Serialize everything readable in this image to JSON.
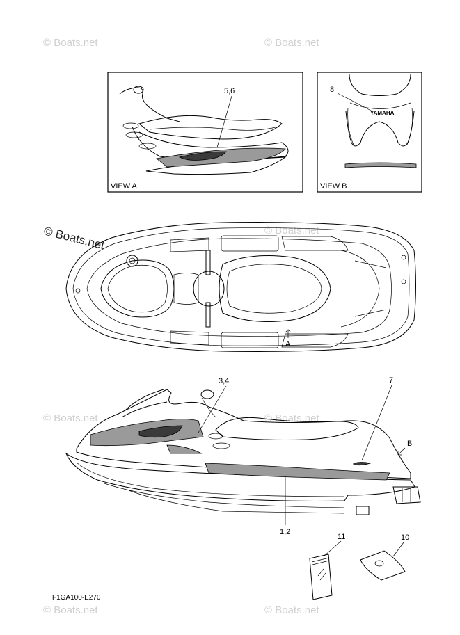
{
  "watermark": {
    "text": "© Boats.net"
  },
  "views": {
    "view_a": {
      "caption": "VIEW A",
      "callout": "5,6"
    },
    "view_b": {
      "caption": "VIEW B",
      "callout": "8",
      "brand_text": "YAMAHA"
    }
  },
  "top_view": {
    "arrow_label": "A"
  },
  "side_view": {
    "callouts": {
      "decal_front": "3,4",
      "decal_rear": "7",
      "hull": "1,2"
    },
    "arrow_label": "B"
  },
  "loose_parts": {
    "card": "11",
    "cover": "10"
  },
  "diagram_code": "F1GA100-E270"
}
